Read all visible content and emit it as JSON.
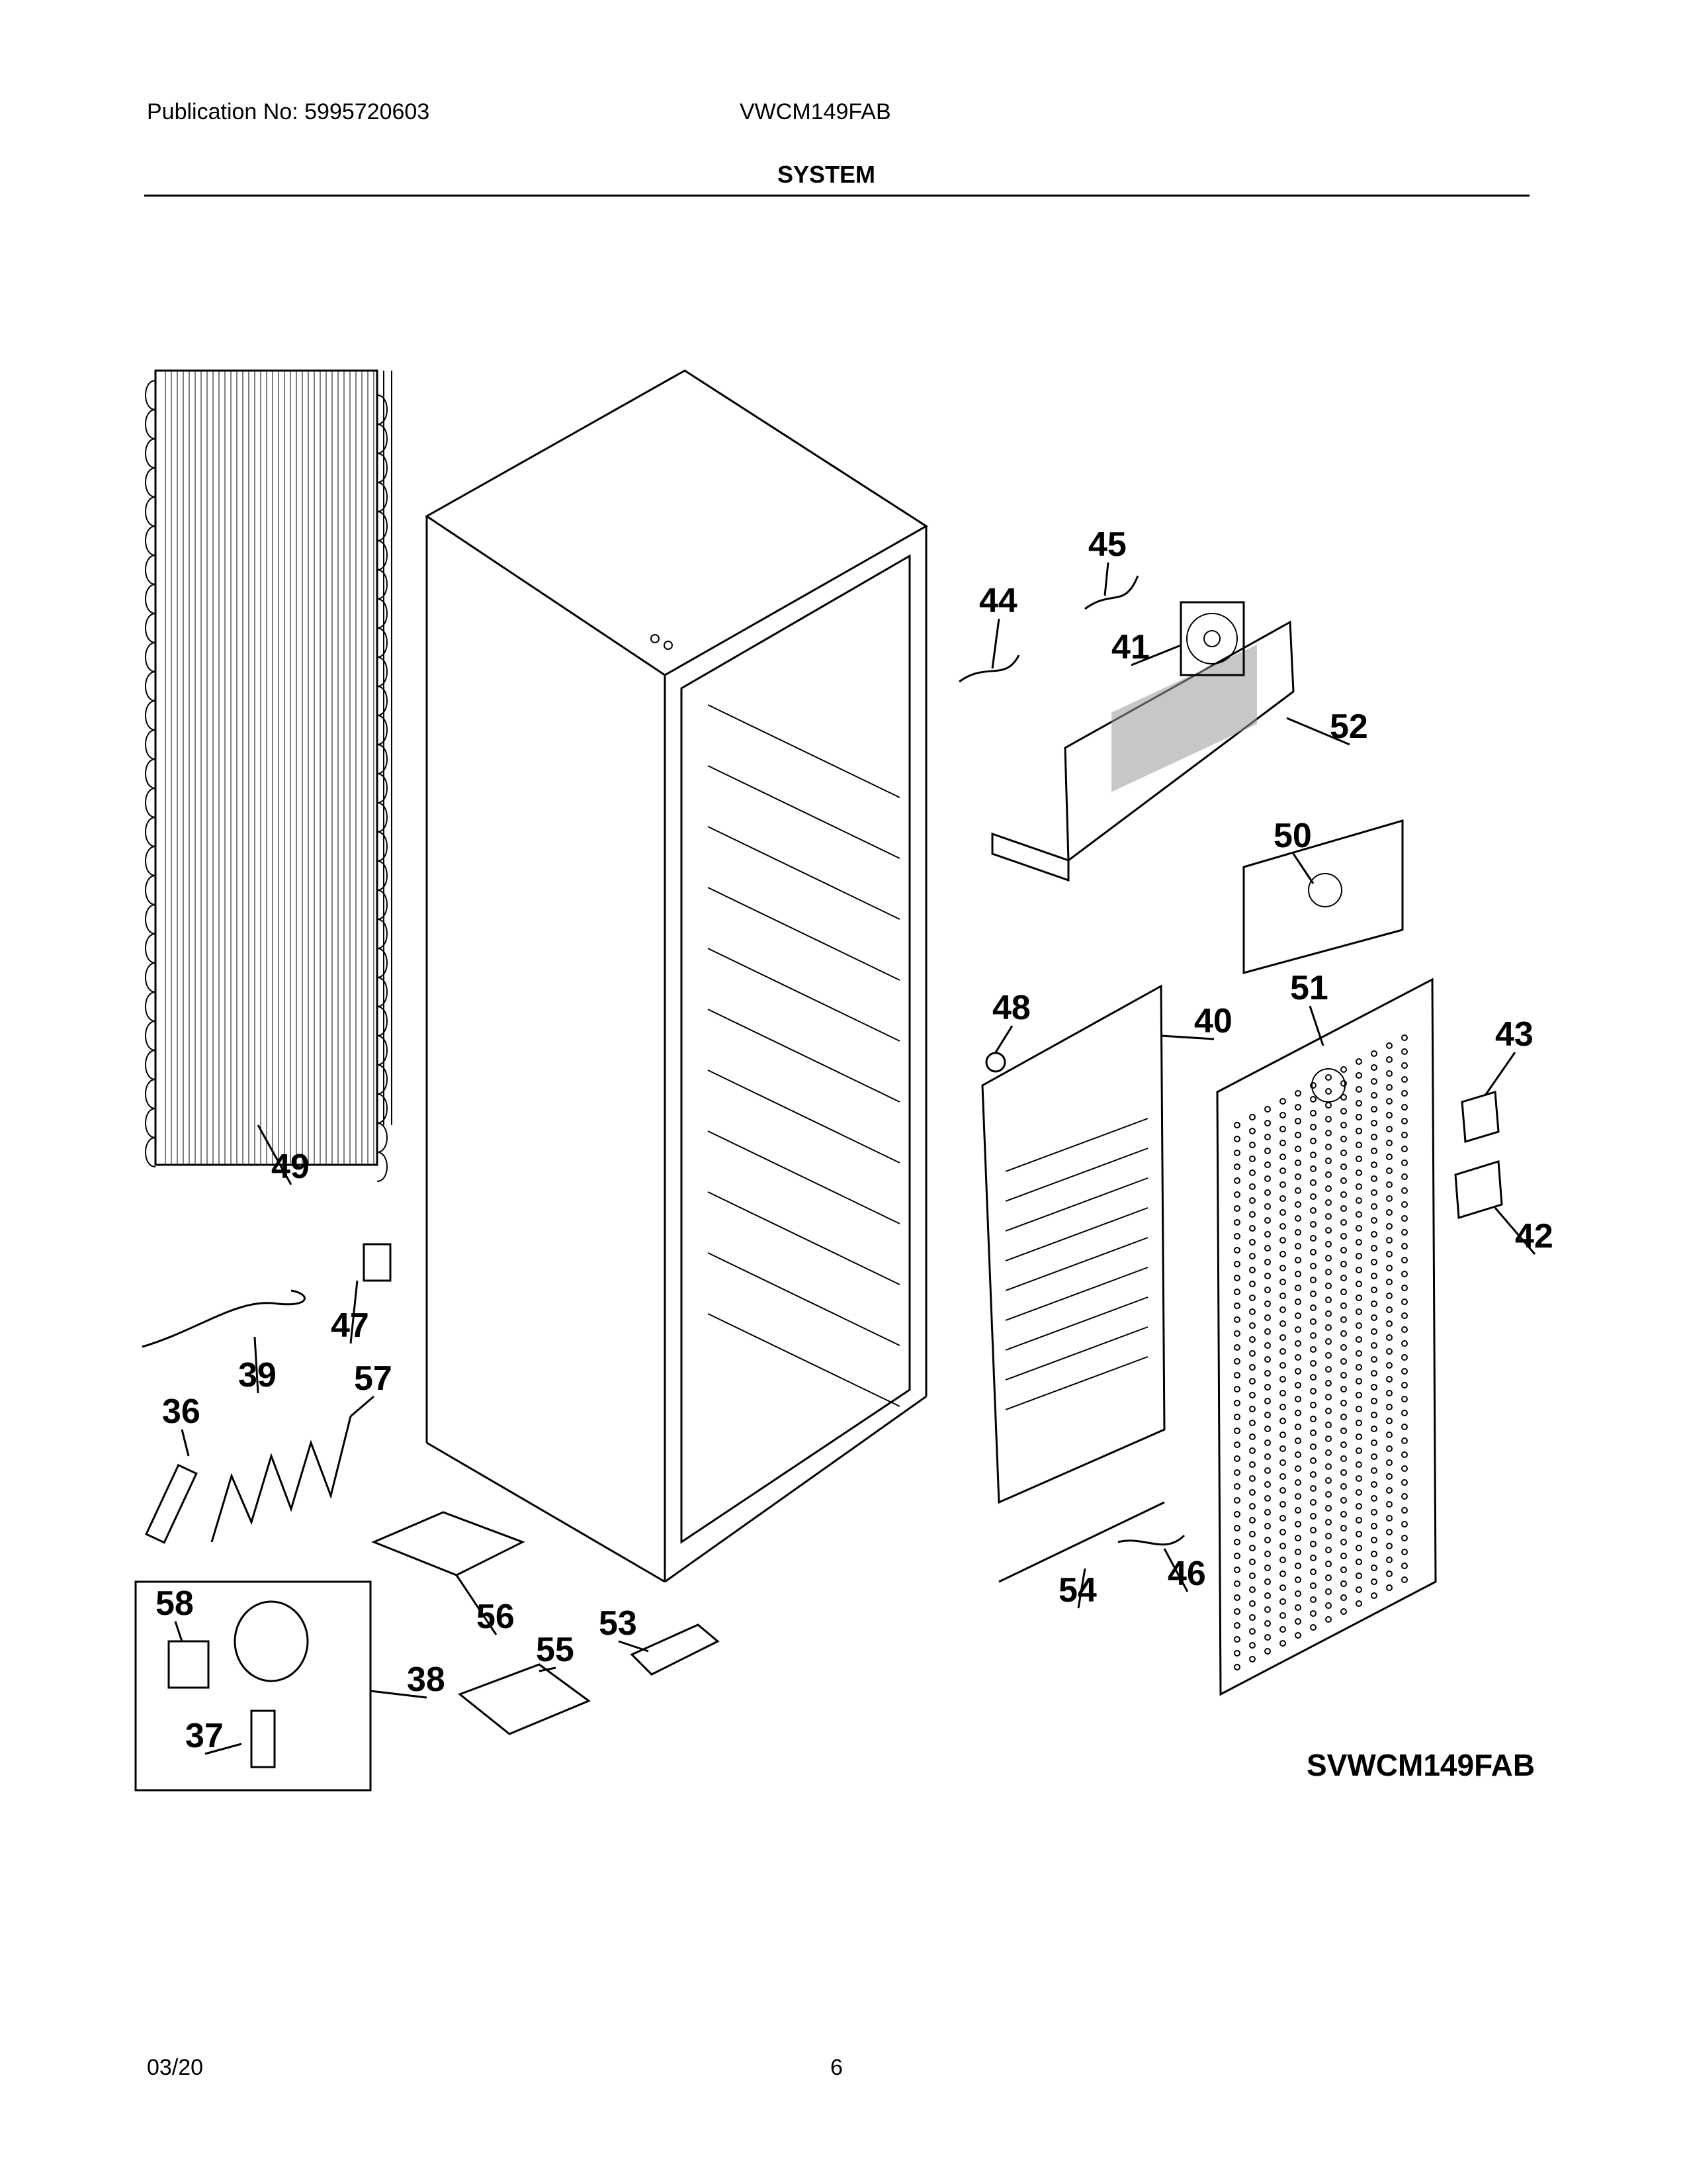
{
  "header": {
    "publication": "Publication No: 5995720603",
    "model": "VWCM149FAB",
    "section": "SYSTEM"
  },
  "footer": {
    "date": "03/20",
    "page": "6"
  },
  "drawing_code": "SVWCM149FAB",
  "callouts": [
    "36",
    "37",
    "38",
    "39",
    "40",
    "41",
    "42",
    "43",
    "44",
    "45",
    "46",
    "47",
    "48",
    "49",
    "50",
    "51",
    "52",
    "53",
    "54",
    "55",
    "56",
    "57",
    "58"
  ]
}
